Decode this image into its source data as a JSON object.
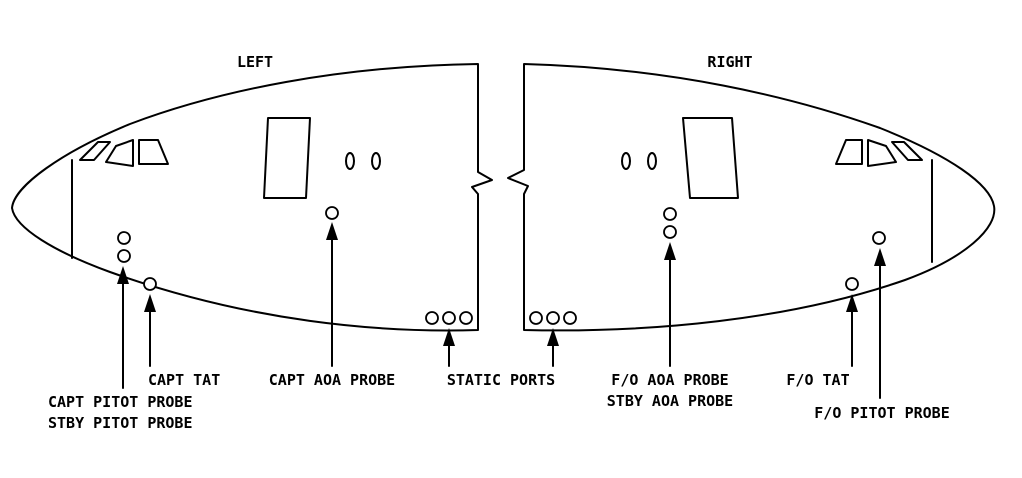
{
  "views": {
    "left_title": "LEFT",
    "right_title": "RIGHT"
  },
  "labels": {
    "capt_tat": "CAPT TAT",
    "capt_pitot_probe": "CAPT PITOT PROBE",
    "stby_pitot_probe": "STBY PITOT PROBE",
    "capt_aoa_probe": "CAPT AOA PROBE",
    "static_ports": "STATIC PORTS",
    "fo_aoa_probe": "F/O AOA PROBE",
    "stby_aoa_probe": "STBY AOA PROBE",
    "fo_tat": "F/O TAT",
    "fo_pitot_probe": "F/O PITOT PROBE"
  }
}
